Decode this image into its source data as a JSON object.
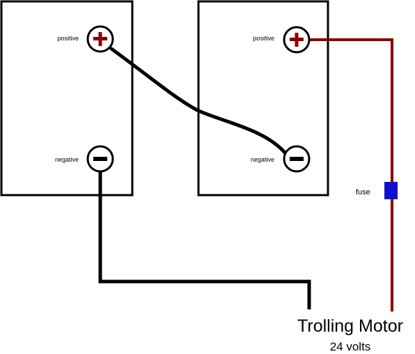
{
  "colors": {
    "wire_negative": "#000000",
    "wire_positive": "#8b0000",
    "fuse": "#1010cc",
    "terminal_positive_symbol": "#8b0000",
    "terminal_negative_symbol": "#000000",
    "outline": "#000000",
    "background": "#ffffff"
  },
  "batteries": [
    {
      "positive_label": "positive",
      "negative_label": "negative",
      "positive_symbol": "+",
      "negative_symbol": "−"
    },
    {
      "positive_label": "positive",
      "negative_label": "negative",
      "positive_symbol": "+",
      "negative_symbol": "−"
    }
  ],
  "fuse": {
    "label": "fuse"
  },
  "motor": {
    "title": "Trolling Motor",
    "voltage": "24 volts"
  }
}
